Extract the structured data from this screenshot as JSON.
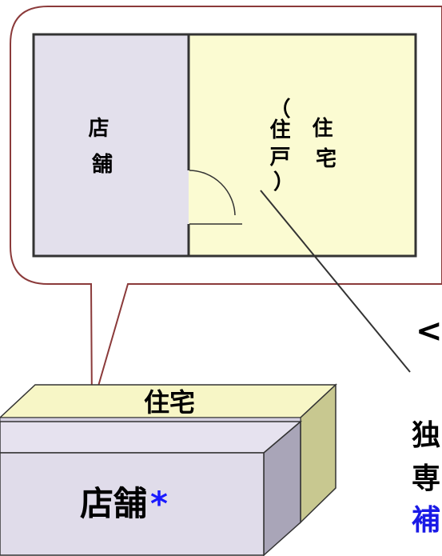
{
  "floor_plan": {
    "shop_label": "店舗",
    "residence_label": "住宅",
    "residence_sub_label": "（住戸）"
  },
  "block": {
    "top_label": "住宅",
    "front_label": "店舗",
    "asterisk": "*"
  },
  "right_notes": {
    "partial_top": "<",
    "partial_line1": "独",
    "partial_line2": "専",
    "partial_line3": "補"
  },
  "colors": {
    "callout_border": "#8b3a3a",
    "shop_fill": "#e3e0ec",
    "residence_fill": "#fbfbd2",
    "block_top": "#f7f6c6",
    "block_front": "#e0dcea",
    "block_side": "#c8c890",
    "asterisk": "#1a1aff",
    "note_blue": "#1a1ae6"
  }
}
